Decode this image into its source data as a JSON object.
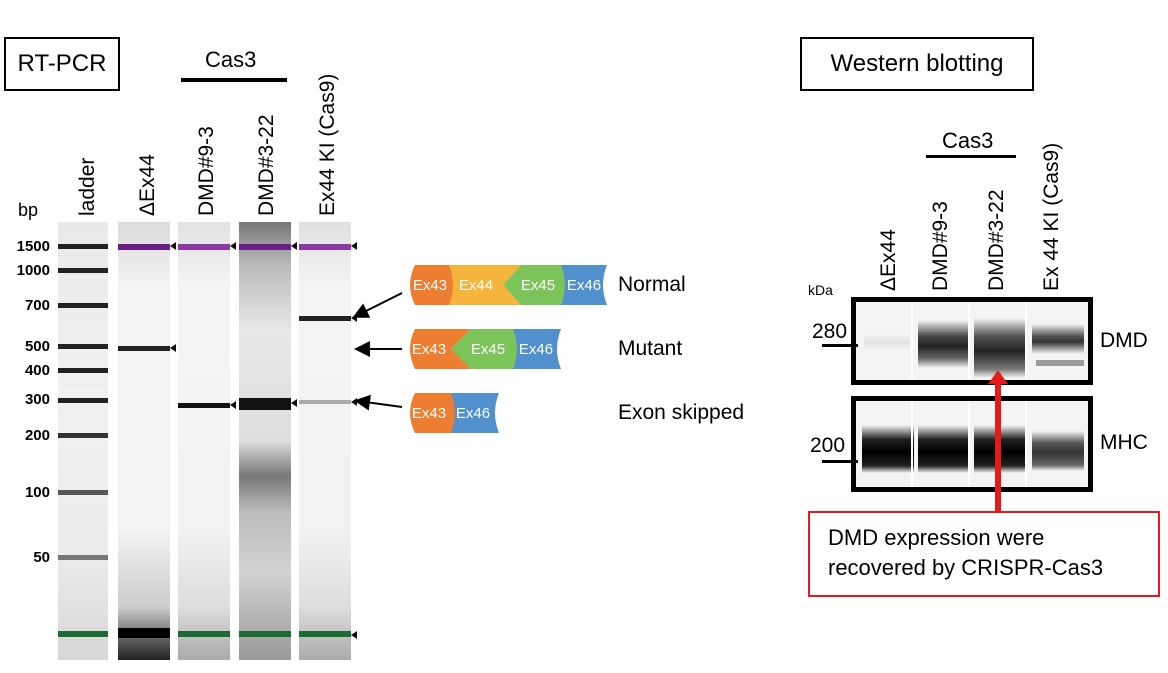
{
  "rt_pcr": {
    "title": "RT-PCR",
    "group_label": "Cas3",
    "bp_label": "bp",
    "lanes": [
      "ladder",
      "ΔEx44",
      "DMD#9-3",
      "DMD#3-22",
      "Ex44 KI (Cas9)"
    ],
    "ladder_sizes": [
      "1500",
      "1000",
      "700",
      "500",
      "400",
      "300",
      "200",
      "100",
      "50"
    ]
  },
  "exon_diagram": {
    "rows": [
      {
        "label": "Normal",
        "exons": [
          "Ex43",
          "Ex44",
          "Ex45",
          "Ex46"
        ]
      },
      {
        "label": "Mutant",
        "exons": [
          "Ex43",
          "Ex45",
          "Ex46"
        ]
      },
      {
        "label": "Exon skipped",
        "exons": [
          "Ex43",
          "Ex46"
        ]
      }
    ],
    "colors": {
      "Ex43": "#ed7d31",
      "Ex44": "#f5b43c",
      "Ex45": "#7cc35a",
      "Ex46": "#4f90cd"
    }
  },
  "western": {
    "title": "Western blotting",
    "group_label": "Cas3",
    "kda_label": "kDa",
    "lanes": [
      "ΔEx44",
      "DMD#9-3",
      "DMD#3-22",
      "Ex 44 KI (Cas9)"
    ],
    "markers": [
      "280",
      "200"
    ],
    "bands": [
      "DMD",
      "MHC"
    ],
    "annotation": [
      "DMD expression were",
      "recovered by CRISPR-Cas3"
    ],
    "annotation_color": "#e31b1b"
  }
}
